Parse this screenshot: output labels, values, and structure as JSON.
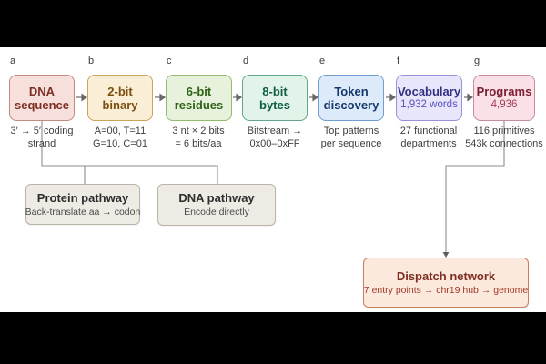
{
  "figure": {
    "background_color": "#000000",
    "canvas_color": "#ffffff",
    "line_color": "#8c8c8c",
    "arrow_color": "#686868"
  },
  "pipeline": {
    "boxes": [
      {
        "panel": "a",
        "title_line1": "DNA",
        "title_line2": "sequence",
        "caption_line1": "3′ → 5′ coding",
        "caption_line2": "strand",
        "colors": {
          "bg": "#f7e0dc",
          "border": "#c28b80",
          "text": "#7e2f23"
        }
      },
      {
        "panel": "b",
        "title_line1": "2-bit",
        "title_line2": "binary",
        "caption_line1": "A=00, T=11",
        "caption_line2": "G=10, C=01",
        "colors": {
          "bg": "#faeed6",
          "border": "#cda25f",
          "text": "#7a4e10"
        }
      },
      {
        "panel": "c",
        "title_line1": "6-bit",
        "title_line2": "residues",
        "caption_line1": "3 nt × 2 bits",
        "caption_line2": "= 6 bits/aa",
        "colors": {
          "bg": "#e7f1db",
          "border": "#92bb70",
          "text": "#2f6418"
        }
      },
      {
        "panel": "d",
        "title_line1": "8-bit",
        "title_line2": "bytes",
        "caption_line1": "Bitstream →",
        "caption_line2": "0x00–0xFF",
        "colors": {
          "bg": "#e2f3e9",
          "border": "#63a788",
          "text": "#0f5f44"
        }
      },
      {
        "panel": "e",
        "title_line1": "Token",
        "title_line2": "discovery",
        "caption_line1": "Top patterns",
        "caption_line2": "per sequence",
        "colors": {
          "bg": "#ddeaf9",
          "border": "#6f9fd0",
          "text": "#16386d"
        }
      },
      {
        "panel": "f",
        "title_line1": "Vocabulary",
        "subtitle": "1,932 words",
        "caption_line1": "27 functional",
        "caption_line2": "departments",
        "colors": {
          "bg": "#e7e6fb",
          "border": "#9793d8",
          "text": "#333183",
          "subtext": "#5a54c0"
        }
      },
      {
        "panel": "g",
        "title_line1": "Programs",
        "subtitle": "4,936",
        "caption_line1": "116 primitives",
        "caption_line2": "543k connections",
        "colors": {
          "bg": "#f9e1e7",
          "border": "#c78d9b",
          "text": "#7d1f35",
          "subtext": "#a63d52"
        }
      }
    ]
  },
  "branches": {
    "protein": {
      "title": "Protein pathway",
      "subtitle": "Back-translate aa → codon",
      "colors": {
        "bg": "#eeebe4",
        "border": "#bab5a8",
        "text": "#2d2d2d",
        "subtext": "#4b4b4b"
      }
    },
    "dna": {
      "title": "DNA pathway",
      "subtitle": "Encode directly",
      "colors": {
        "bg": "#eeebe4",
        "border": "#bab5a8",
        "text": "#2d2d2d",
        "subtext": "#4b4b4b"
      }
    },
    "dispatch": {
      "title": "Dispatch network",
      "subtitle": "7 entry points → chr19 hub → genome",
      "colors": {
        "bg": "#fce9dd",
        "border": "#c8805f",
        "text": "#7e2f23",
        "subtext": "#a03a28"
      }
    }
  }
}
